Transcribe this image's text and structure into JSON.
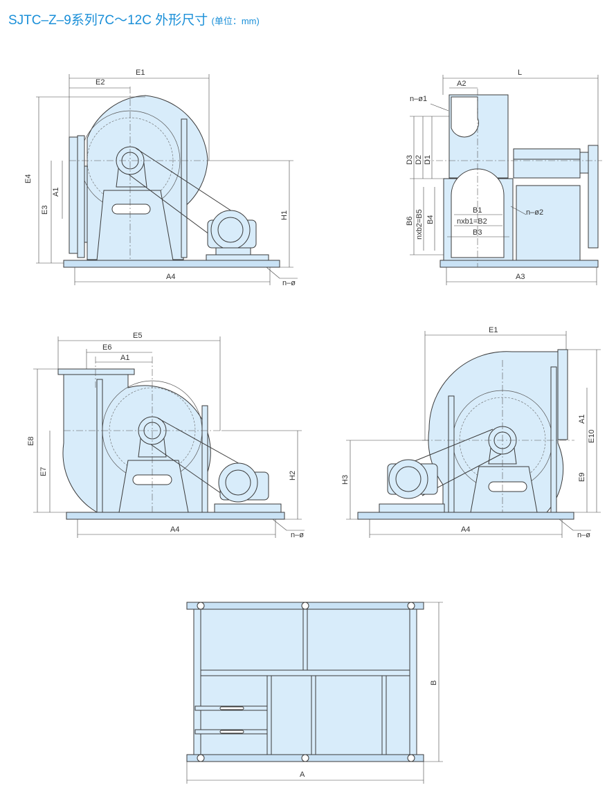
{
  "title": {
    "main": "SJTC–Z–9系列7C～12C 外形尺寸",
    "unit": "(单位：mm)"
  },
  "colors": {
    "title": "#1a8fd8",
    "fill": "#d8ecfa",
    "line": "#3a3a3a"
  },
  "view1": {
    "labels": {
      "e1": "E1",
      "e2": "E2",
      "e4": "E4",
      "e3": "E3",
      "a1": "A1",
      "h1": "H1",
      "a4": "A4",
      "nphi": "n–ø"
    }
  },
  "view2": {
    "labels": {
      "l": "L",
      "a2": "A2",
      "nphi1": "n–ø1",
      "d3": "D3",
      "d2": "D2",
      "d1": "D1",
      "b6": "B6",
      "nxb2": "nxb2=B5",
      "b4": "B4",
      "b1": "B1",
      "nxb1": "nxb1=B2",
      "b3": "B3",
      "nphi2": "n–ø2",
      "a3": "A3"
    }
  },
  "view3": {
    "labels": {
      "e5": "E5",
      "e6": "E6",
      "a1": "A1",
      "e8": "E8",
      "e7": "E7",
      "h2": "H2",
      "a4": "A4",
      "nphi": "n–ø"
    }
  },
  "view4": {
    "labels": {
      "e1": "E1",
      "a1": "A1",
      "e10": "E10",
      "e9": "E9",
      "h3": "H3",
      "a4": "A4",
      "nphi": "n–ø"
    }
  },
  "view5": {
    "labels": {
      "b": "B",
      "a": "A"
    }
  }
}
